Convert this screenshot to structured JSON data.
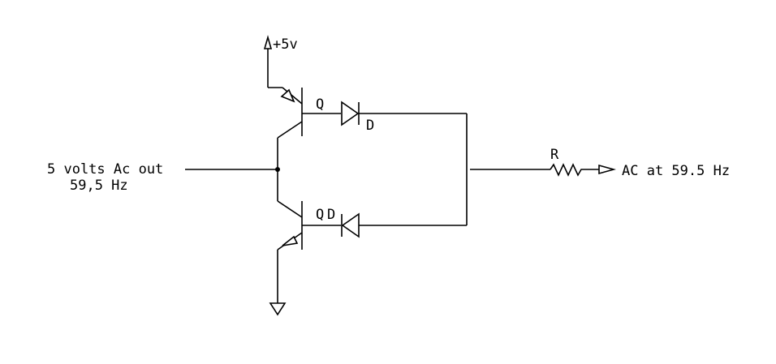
{
  "labels": {
    "supply": "+5v",
    "q_top": "Q",
    "d_top": "D",
    "input_line1": "5 volts Ac out",
    "input_line2": "59,5 Hz",
    "resistor": "R",
    "output": "AC at 59.5 Hz",
    "q_bottom": "Q",
    "d_bottom": "D"
  }
}
